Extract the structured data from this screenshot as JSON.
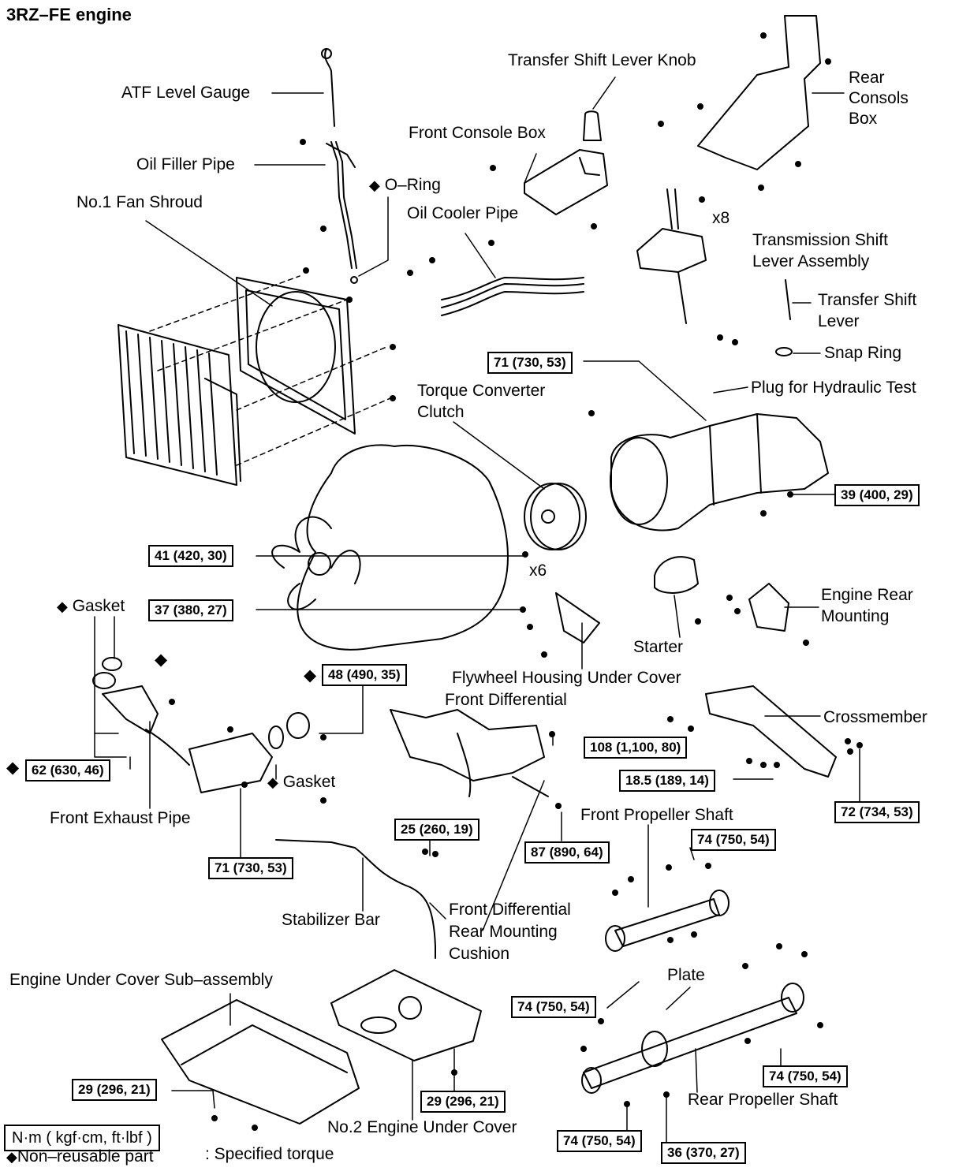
{
  "title": "3RZ–FE engine",
  "labels": {
    "atf_level_gauge": "ATF Level Gauge",
    "oil_filler_pipe": "Oil Filler Pipe",
    "o_ring": "O–Ring",
    "no1_fan_shroud": "No.1 Fan Shroud",
    "oil_cooler_pipe": "Oil Cooler Pipe",
    "transfer_shift_lever_knob": "Transfer Shift Lever Knob",
    "front_console_box": "Front Console Box",
    "rear_consoles_box_1": "Rear",
    "rear_consoles_box_2": "Consols",
    "rear_consoles_box_3": "Box",
    "x8": "x8",
    "transmission_shift_lever_1": "Transmission Shift",
    "transmission_shift_lever_2": "Lever Assembly",
    "transfer_shift_lever_1": "Transfer Shift",
    "transfer_shift_lever_2": "Lever",
    "snap_ring": "Snap Ring",
    "plug_hydraulic_test": "Plug for Hydraulic Test",
    "torque_converter_1": "Torque Converter",
    "torque_converter_2": "Clutch",
    "x6": "x6",
    "gasket_top": "Gasket",
    "engine_rear_mounting_1": "Engine Rear",
    "engine_rear_mounting_2": "Mounting",
    "starter": "Starter",
    "flywheel_housing_under_cover": "Flywheel Housing Under Cover",
    "front_differential": "Front Differential",
    "crossmember": "Crossmember",
    "gasket_bottom": "Gasket",
    "front_exhaust_pipe": "Front Exhaust Pipe",
    "front_propeller_shaft": "Front Propeller Shaft",
    "stabilizer_bar": "Stabilizer Bar",
    "fd_rear_mounting_1": "Front Differential",
    "fd_rear_mounting_2": "Rear Mounting",
    "fd_rear_mounting_3": "Cushion",
    "engine_under_cover_sub": "Engine Under Cover Sub–assembly",
    "plate": "Plate",
    "rear_propeller_shaft": "Rear Propeller Shaft",
    "no2_engine_under_cover": "No.2 Engine Under Cover"
  },
  "torques": {
    "t71_top": "71 (730, 53)",
    "t39": "39 (400, 29)",
    "t41": "41 (420, 30)",
    "t37": "37 (380, 27)",
    "t48": "48 (490, 35)",
    "t108": "108 (1,100, 80)",
    "t62": "62 (630, 46)",
    "t18_5": "18.5 (189, 14)",
    "t72": "72 (734, 53)",
    "t25": "25 (260, 19)",
    "t87": "87 (890, 64)",
    "t71_bottom": "71 (730, 53)",
    "t74_a": "74 (750, 54)",
    "t74_b": "74 (750, 54)",
    "t74_c": "74 (750, 54)",
    "t74_d": "74 (750, 54)",
    "t29_left": "29 (296, 21)",
    "t29_right": "29 (296, 21)",
    "t36": "36 (370, 27)"
  },
  "legend": {
    "unit": "N·m ( kgf·cm, ft·lbf )",
    "specified_torque": ": Specified torque",
    "non_reusable": "Non–reusable part"
  },
  "symbols": {
    "diamond": "◆"
  }
}
